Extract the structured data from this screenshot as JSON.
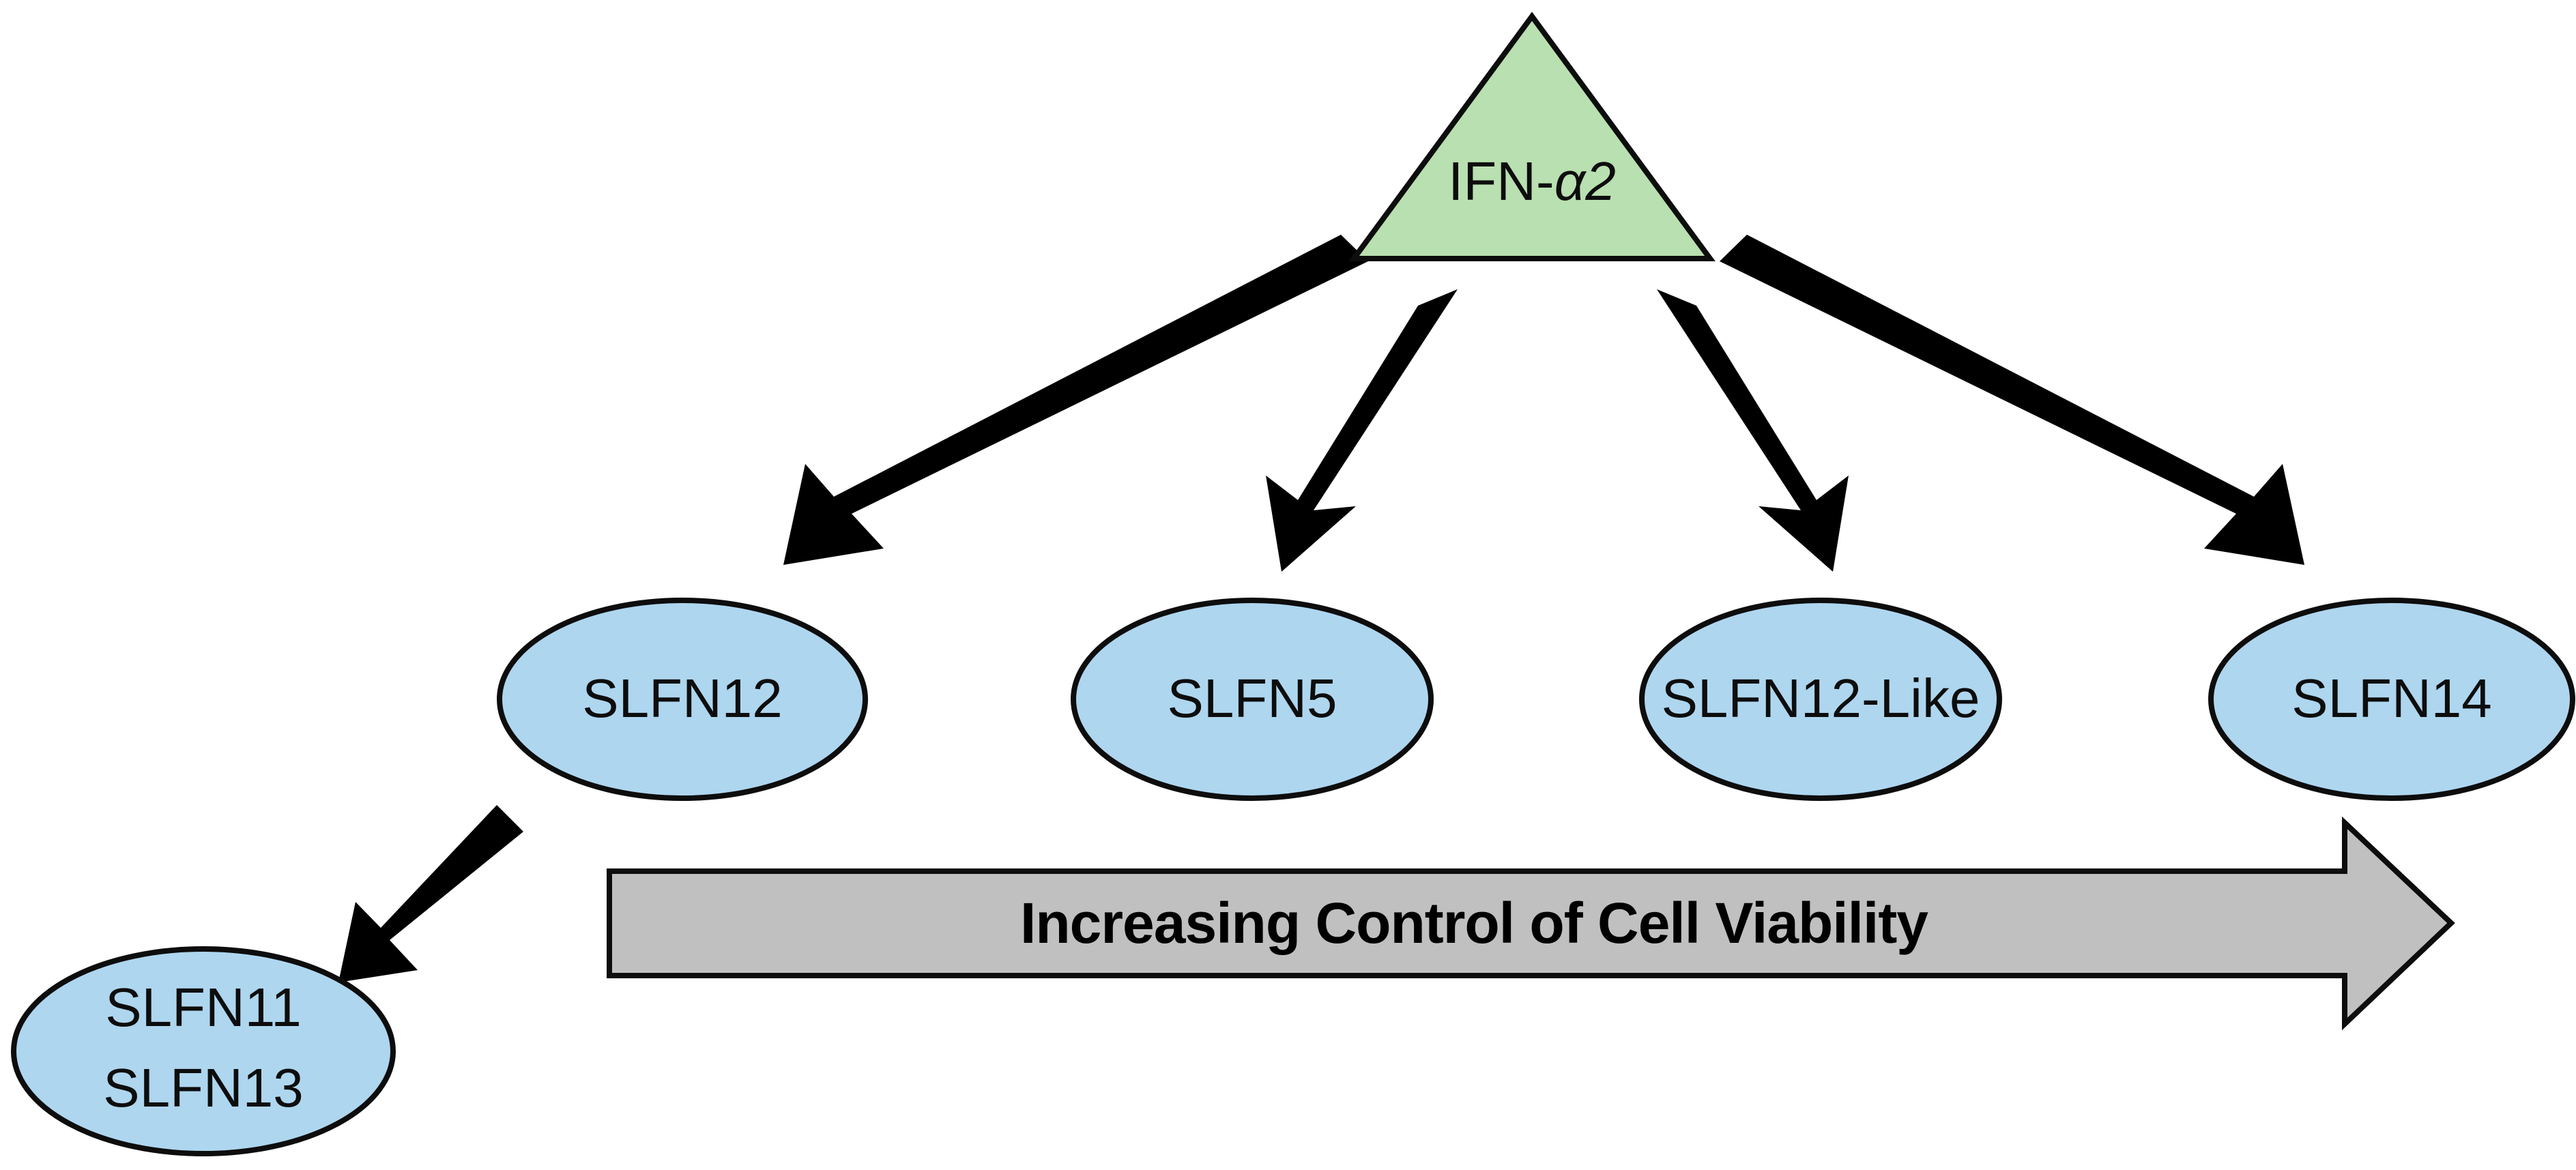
{
  "figure": {
    "type": "flow-diagram",
    "background_color": "#ffffff",
    "source_node": {
      "id": "ifn-alpha-2",
      "shape": "triangle",
      "label_prefix": "IFN-",
      "label_symbol": "α2",
      "label_full": "IFN-α2",
      "fill_color": "#b9e0b0",
      "stroke_color": "#0d0d0d"
    },
    "gene_nodes": [
      {
        "id": "slfn12",
        "shape": "ellipse",
        "lines": [
          "SLFN12"
        ],
        "fill_color": "#aed6ef",
        "stroke_color": "#0d0d0d"
      },
      {
        "id": "slfn5",
        "shape": "ellipse",
        "lines": [
          "SLFN5"
        ],
        "fill_color": "#aed6ef",
        "stroke_color": "#0d0d0d"
      },
      {
        "id": "slfn12-like",
        "shape": "ellipse",
        "lines": [
          "SLFN12-Like"
        ],
        "fill_color": "#aed6ef",
        "stroke_color": "#0d0d0d"
      },
      {
        "id": "slfn14",
        "shape": "ellipse",
        "lines": [
          "SLFN14"
        ],
        "fill_color": "#aed6ef",
        "stroke_color": "#0d0d0d"
      },
      {
        "id": "slfn11-slfn13",
        "shape": "ellipse",
        "lines": [
          "SLFN11",
          "SLFN13"
        ],
        "fill_color": "#aed6ef",
        "stroke_color": "#0d0d0d"
      }
    ],
    "banner": {
      "id": "viability-gradient-arrow",
      "shape": "block-arrow-right",
      "label": "Increasing Control of Cell Viability",
      "fill_color": "#c0c0c0",
      "stroke_color": "#2e4057",
      "text_color": "#000000"
    },
    "connectors": [
      {
        "from": "ifn-alpha-2",
        "to": "slfn12",
        "style": "solid-black-arrow"
      },
      {
        "from": "ifn-alpha-2",
        "to": "slfn5",
        "style": "solid-black-arrow"
      },
      {
        "from": "ifn-alpha-2",
        "to": "slfn12-like",
        "style": "solid-black-arrow"
      },
      {
        "from": "ifn-alpha-2",
        "to": "slfn14",
        "style": "solid-black-arrow"
      },
      {
        "from": "slfn12",
        "to": "slfn11-slfn13",
        "style": "solid-black-arrow"
      }
    ]
  }
}
